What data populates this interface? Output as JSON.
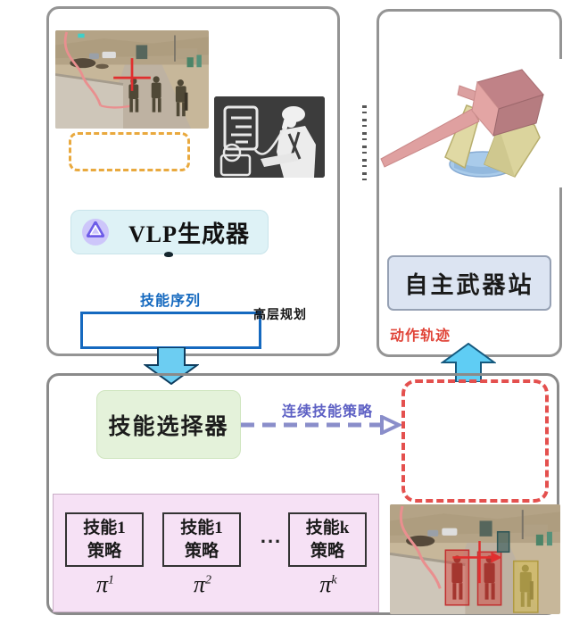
{
  "colors": {
    "panel_border": "#949494",
    "blue_accent": "#1569bf",
    "arrow_fill": "#5cc6f0",
    "arrow_outline": "#0e3c5e",
    "purple_accent": "#5d60c4",
    "red_dashed": "#e4504e",
    "orange_dashed": "#e9a93e",
    "action_red": "#e04438",
    "vlp_bg": "#def2f6",
    "station_bg": "#dce4f2",
    "selector_bg": "#e4f2da",
    "library_bg": "#f6e1f5"
  },
  "top_left_panel": {
    "scene_image": {
      "alt": "battlefield-scene-with-red-crosshair"
    },
    "instruction_box_text": "",
    "operator_image": {
      "alt": "radio-operator-line-art"
    },
    "vlp_generator": {
      "icon": "vlp-logo",
      "label": "VLP生成器"
    },
    "skill_sequence_label": "技能序列",
    "skill_sequence_box_text": "",
    "high_level_planning_label": "高层规划"
  },
  "top_right_panel": {
    "turret_image": {
      "alt": "weapon-station-3d-model"
    },
    "station_box": {
      "label": "自主武器站"
    },
    "action_trajectory_label": "动作轨迹"
  },
  "bottom_panel": {
    "skill_selector_box": {
      "label": "技能选择器"
    },
    "continuous_skill_policy_label": "连续技能策略",
    "policy_box_text": "",
    "skill_library": {
      "items": [
        {
          "line1": "技能1",
          "line2": "策略",
          "pi": "π",
          "sup": "1"
        },
        {
          "line1": "技能1",
          "line2": "策略",
          "pi": "π",
          "sup": "2"
        },
        {
          "line1": "技能k",
          "line2": "策略",
          "pi": "π",
          "sup": "k"
        }
      ],
      "ellipsis": "..."
    },
    "result_image": {
      "alt": "battlefield-scene-with-target-boxes"
    }
  }
}
